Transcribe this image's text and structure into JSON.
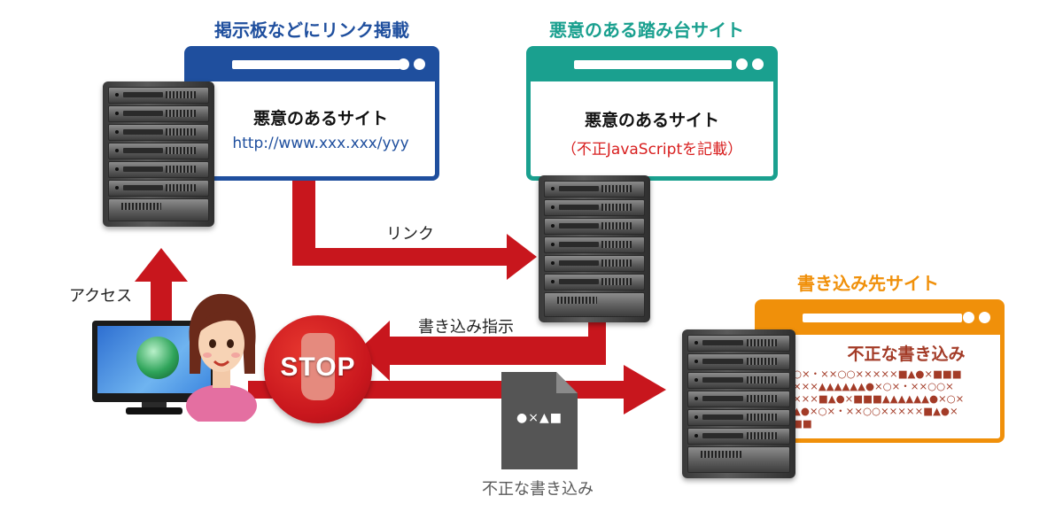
{
  "titles": {
    "bbs": "掲示板などにリンク掲載",
    "stepping": "悪意のある踏み台サイト",
    "target": "書き込み先サイト"
  },
  "windows": {
    "bbs": {
      "line1": "悪意のあるサイト",
      "line2": "http://www.xxx.xxx/yyy"
    },
    "stepping": {
      "line1": "悪意のあるサイト",
      "line2": "（不正JavaScriptを記載）"
    },
    "target": {
      "heading": "不正な書き込み",
      "rows": [
        "○×・××○○×××××■▲●×■■■",
        "×××▲▲▲▲▲▲●×○×・××○○×",
        "×××■▲●×■■■▲▲▲▲▲▲●×○×",
        "▲●×○×・××○○×××××■▲●×",
        "■■"
      ]
    }
  },
  "arrows": {
    "link": "リンク",
    "access": "アクセス",
    "write_instruction": "書き込み指示"
  },
  "stop_sign": {
    "text": "STOP"
  },
  "document": {
    "symbols": "●×▲■",
    "caption": "不正な書き込み"
  },
  "colors": {
    "blue": "#1f4f9e",
    "teal": "#1aa08f",
    "orange": "#f0900a",
    "red": "#c8161d",
    "dark_red": "#a0141a",
    "glyph_brown": "#a33b27"
  }
}
